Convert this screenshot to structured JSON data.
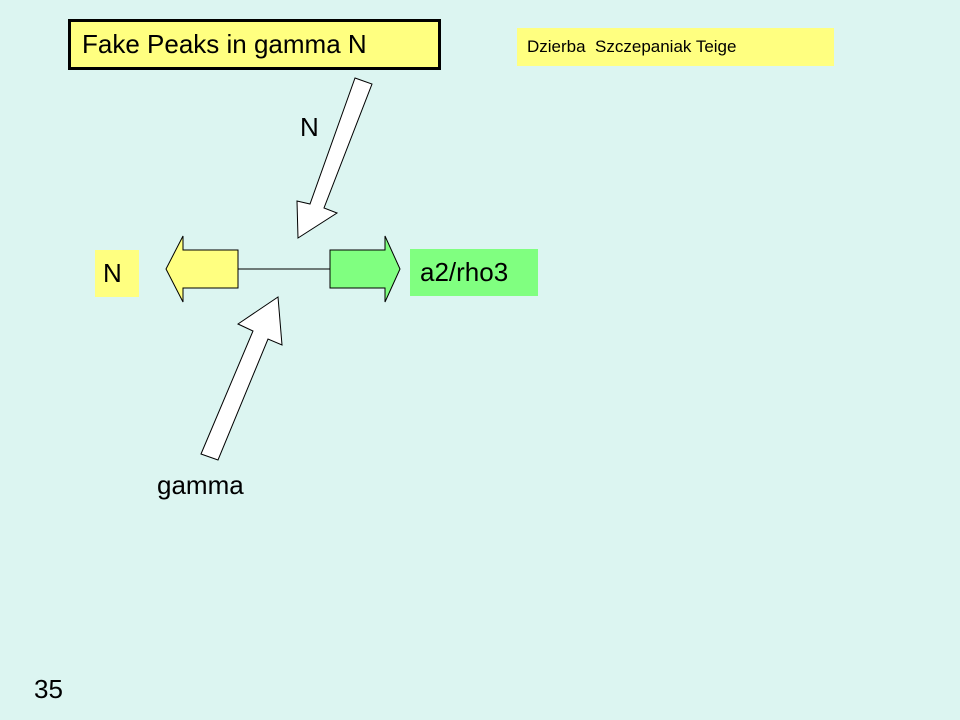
{
  "slide": {
    "title": "Fake Peaks in gamma N",
    "authors": "Dzierba  Szczepaniak Teige",
    "page_number": "35"
  },
  "diagram": {
    "incoming_top_label": "N",
    "incoming_bottom_label": "gamma",
    "outgoing_left_label": "N",
    "outgoing_right_label": "a2/rho3"
  },
  "colors": {
    "background": "#dcf5f1",
    "yellow": "#ffff80",
    "green": "#80ff80",
    "white_arrow": "#ffffff",
    "outline": "#000000"
  },
  "icons": {
    "incoming_top": "diagonal-arrow-down-left",
    "incoming_bottom": "diagonal-arrow-up-right",
    "outgoing_left": "block-arrow-left",
    "outgoing_right": "block-arrow-right"
  }
}
